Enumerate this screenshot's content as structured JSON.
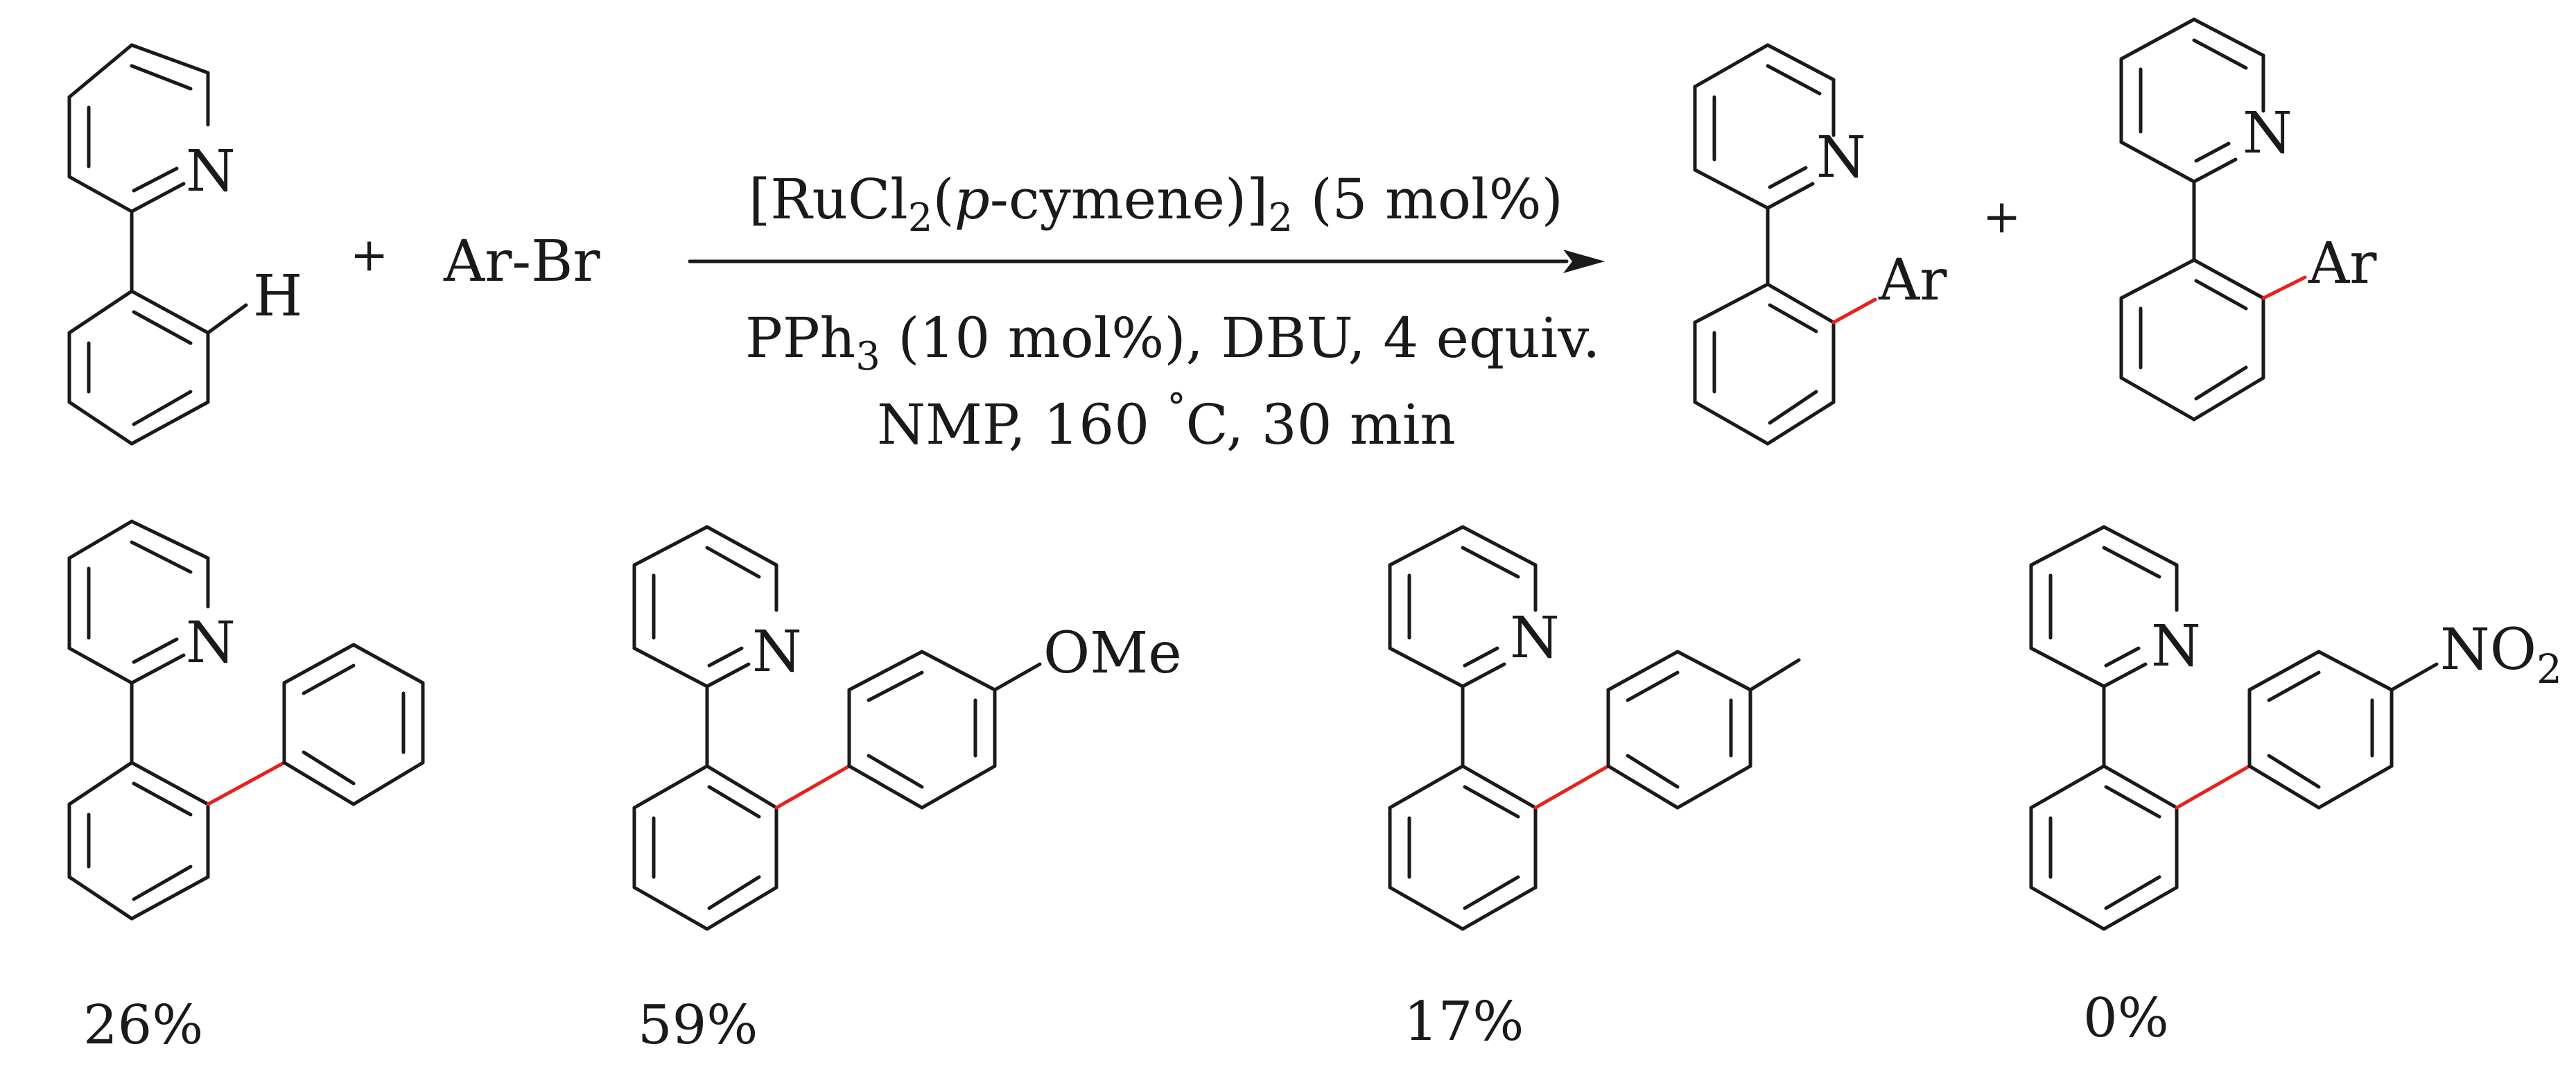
{
  "reaction": {
    "reactant_1": {
      "ring_atom": "N",
      "ortho_atom": "H"
    },
    "plus_1": "+",
    "reactant_2": "Ar-Br",
    "conditions": {
      "line_1": {
        "open": "[RuCl",
        "sub_1": "2",
        "paren_open": "(",
        "italic": "p",
        "rest": "-cymene)]",
        "sub_2": "2",
        "tail": " (5 mol%)"
      },
      "line_2": {
        "head": "PPh",
        "sub": "3",
        "tail": " (10 mol%), DBU, 4 equiv."
      },
      "line_3": {
        "head": "NMP, 160 ",
        "degree": "°",
        "tail": "C, 30 min"
      }
    },
    "product_1": {
      "ring_atom": "N",
      "substituent": "Ar"
    },
    "plus_2": "+",
    "product_2": {
      "ring_atom": "N",
      "substituent": "Ar"
    }
  },
  "examples": [
    {
      "ring_atom": "N",
      "para_group": "",
      "yield": "26%"
    },
    {
      "ring_atom": "N",
      "para_group": "OMe",
      "yield": "59%"
    },
    {
      "ring_atom": "N",
      "para_group": "",
      "yield": "17%"
    },
    {
      "ring_atom": "N",
      "para_group": "NO",
      "para_group_sub": "2",
      "yield": "0%"
    }
  ],
  "colors": {
    "bond": "#1a1a1a",
    "new_bond": "#e8211e"
  }
}
